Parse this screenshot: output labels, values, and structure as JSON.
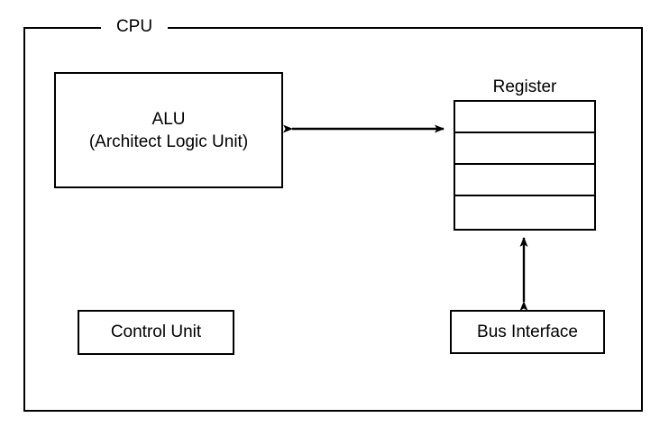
{
  "diagram": {
    "title": "CPU",
    "boundary_label": "CPU",
    "line_color": "#000000",
    "background_color": "#ffffff"
  },
  "alu": {
    "name_line": "ALU",
    "expansion_line": "(Architect Logic Unit)"
  },
  "register": {
    "label": "Register",
    "cell_count": 4,
    "cells": [
      "",
      "",
      "",
      ""
    ]
  },
  "control_unit": {
    "label": "Control Unit"
  },
  "bus_interface": {
    "label": "Bus Interface"
  },
  "connections": [
    {
      "id": "alu-register",
      "from": "ALU",
      "to": "Register",
      "orientation": "horizontal",
      "arrowheads": "both"
    },
    {
      "id": "register-bus",
      "from": "Register",
      "to": "Bus Interface",
      "orientation": "vertical",
      "arrowheads": "both"
    }
  ]
}
